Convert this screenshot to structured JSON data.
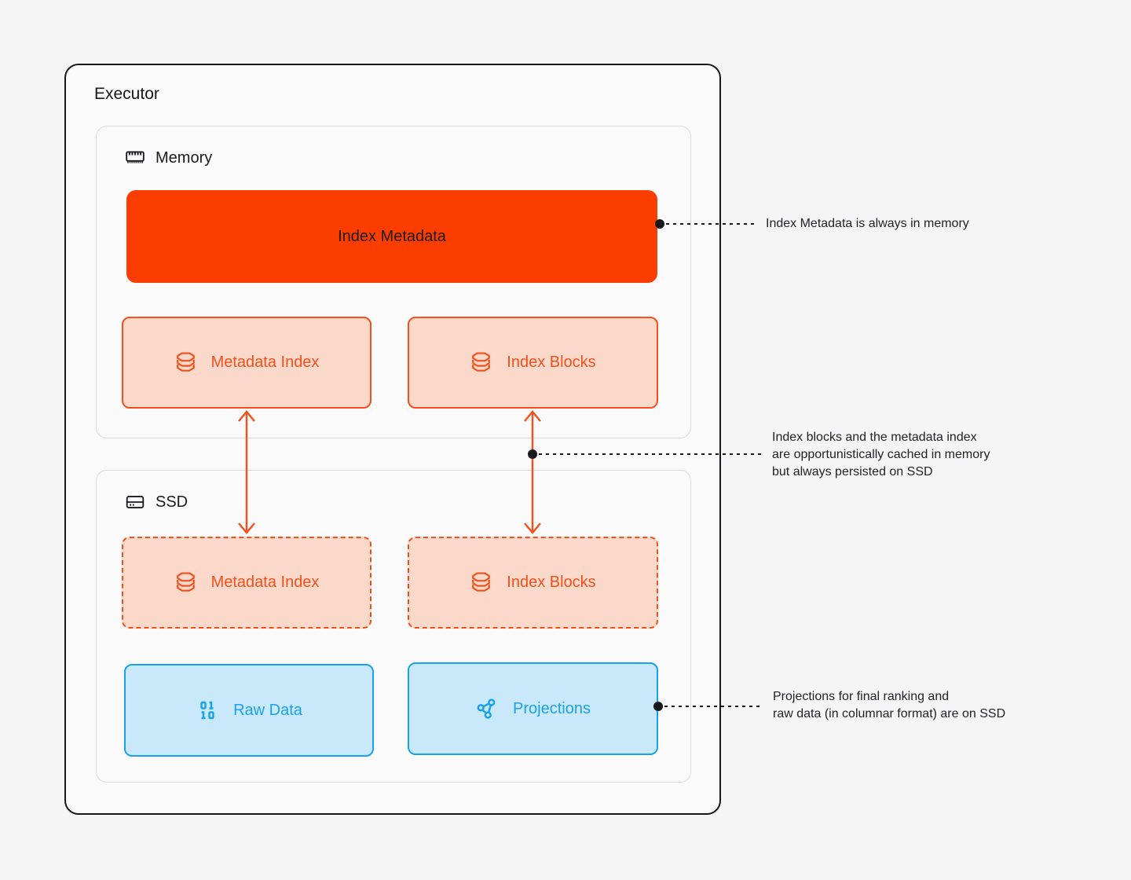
{
  "title": "Executor",
  "memory": {
    "label": "Memory",
    "icon": "memory-icon",
    "index_metadata": "Index Metadata",
    "metadata_index": "Metadata Index",
    "index_blocks": "Index Blocks"
  },
  "ssd": {
    "label": "SSD",
    "icon": "ssd-icon",
    "metadata_index": "Metadata Index",
    "index_blocks": "Index Blocks",
    "raw_data": "Raw Data",
    "projections": "Projections"
  },
  "annotations": [
    {
      "text": "Index Metadata is always in memory"
    },
    {
      "text": "Index blocks and the metadata index\nare opportunistically cached in memory\nbut always persisted on SSD"
    },
    {
      "text": "Projections for final ranking and\nraw data (in columnar format) are on SSD"
    }
  ],
  "icons": {
    "memory": "memory-icon",
    "ssd": "ssd-icon",
    "database": "database-icon",
    "binary": "binary-icon",
    "projections": "share-network-icon"
  },
  "colors": {
    "accent_orange": "#FB3D00",
    "orange": "#F2501D",
    "orange_fill": "#FBD9CA",
    "blue": "#19A2EA",
    "blue_fill": "#C9E9FB",
    "ink": "#17171B",
    "section_border": "#DCDCE0",
    "surface": "#FAFAFA"
  }
}
